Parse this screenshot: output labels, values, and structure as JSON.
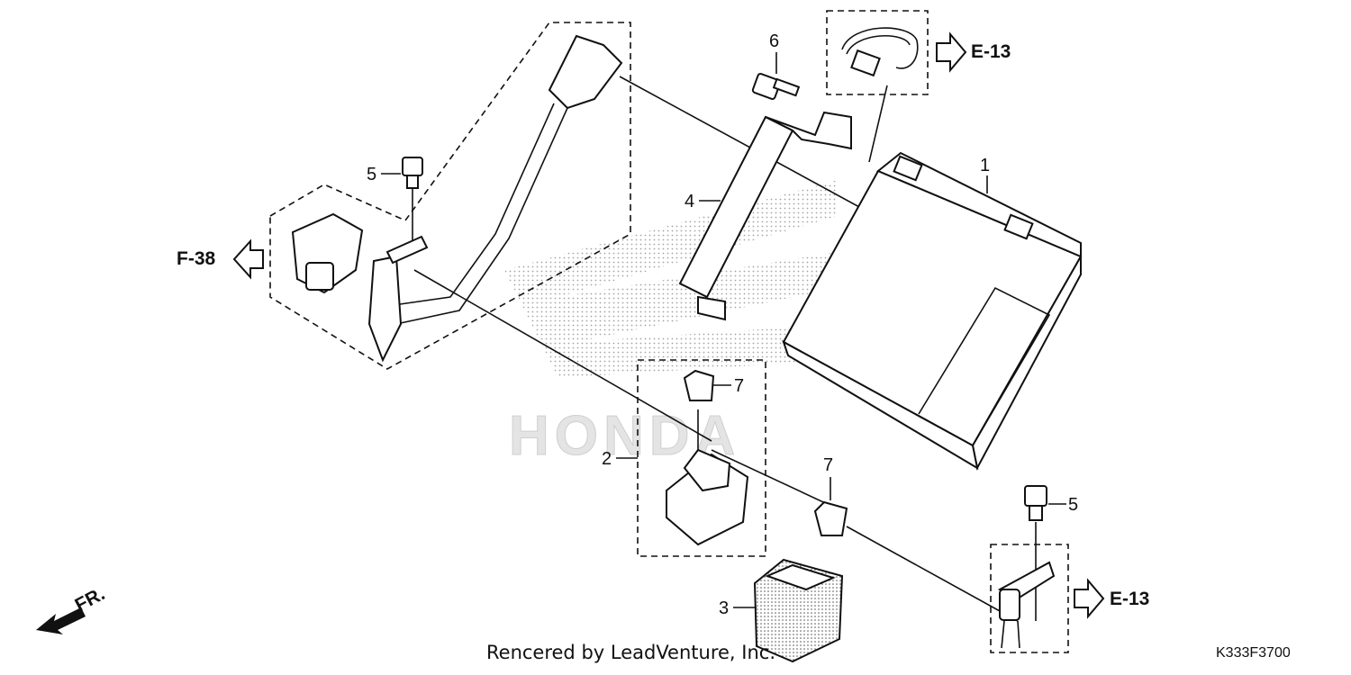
{
  "diagram": {
    "callouts": {
      "battery": "1",
      "starter_relay": "2",
      "relay_cover": "3",
      "battery_band": "4",
      "bolt_upper": "5",
      "bolt_lower": "5",
      "bolt_band": "6",
      "fuse_upper": "7",
      "fuse_lower": "7"
    },
    "references": {
      "neg_cable": "E-13",
      "pos_terminal": "E-13",
      "terminal_cover": "F-38"
    },
    "watermark": "HONDA",
    "front_indicator": "FR.",
    "credit": "Rencered by LeadVenture, Inc.",
    "code": "K333F3700",
    "colors": {
      "ink": "#111111",
      "stipple": "#9a9a9a"
    }
  }
}
